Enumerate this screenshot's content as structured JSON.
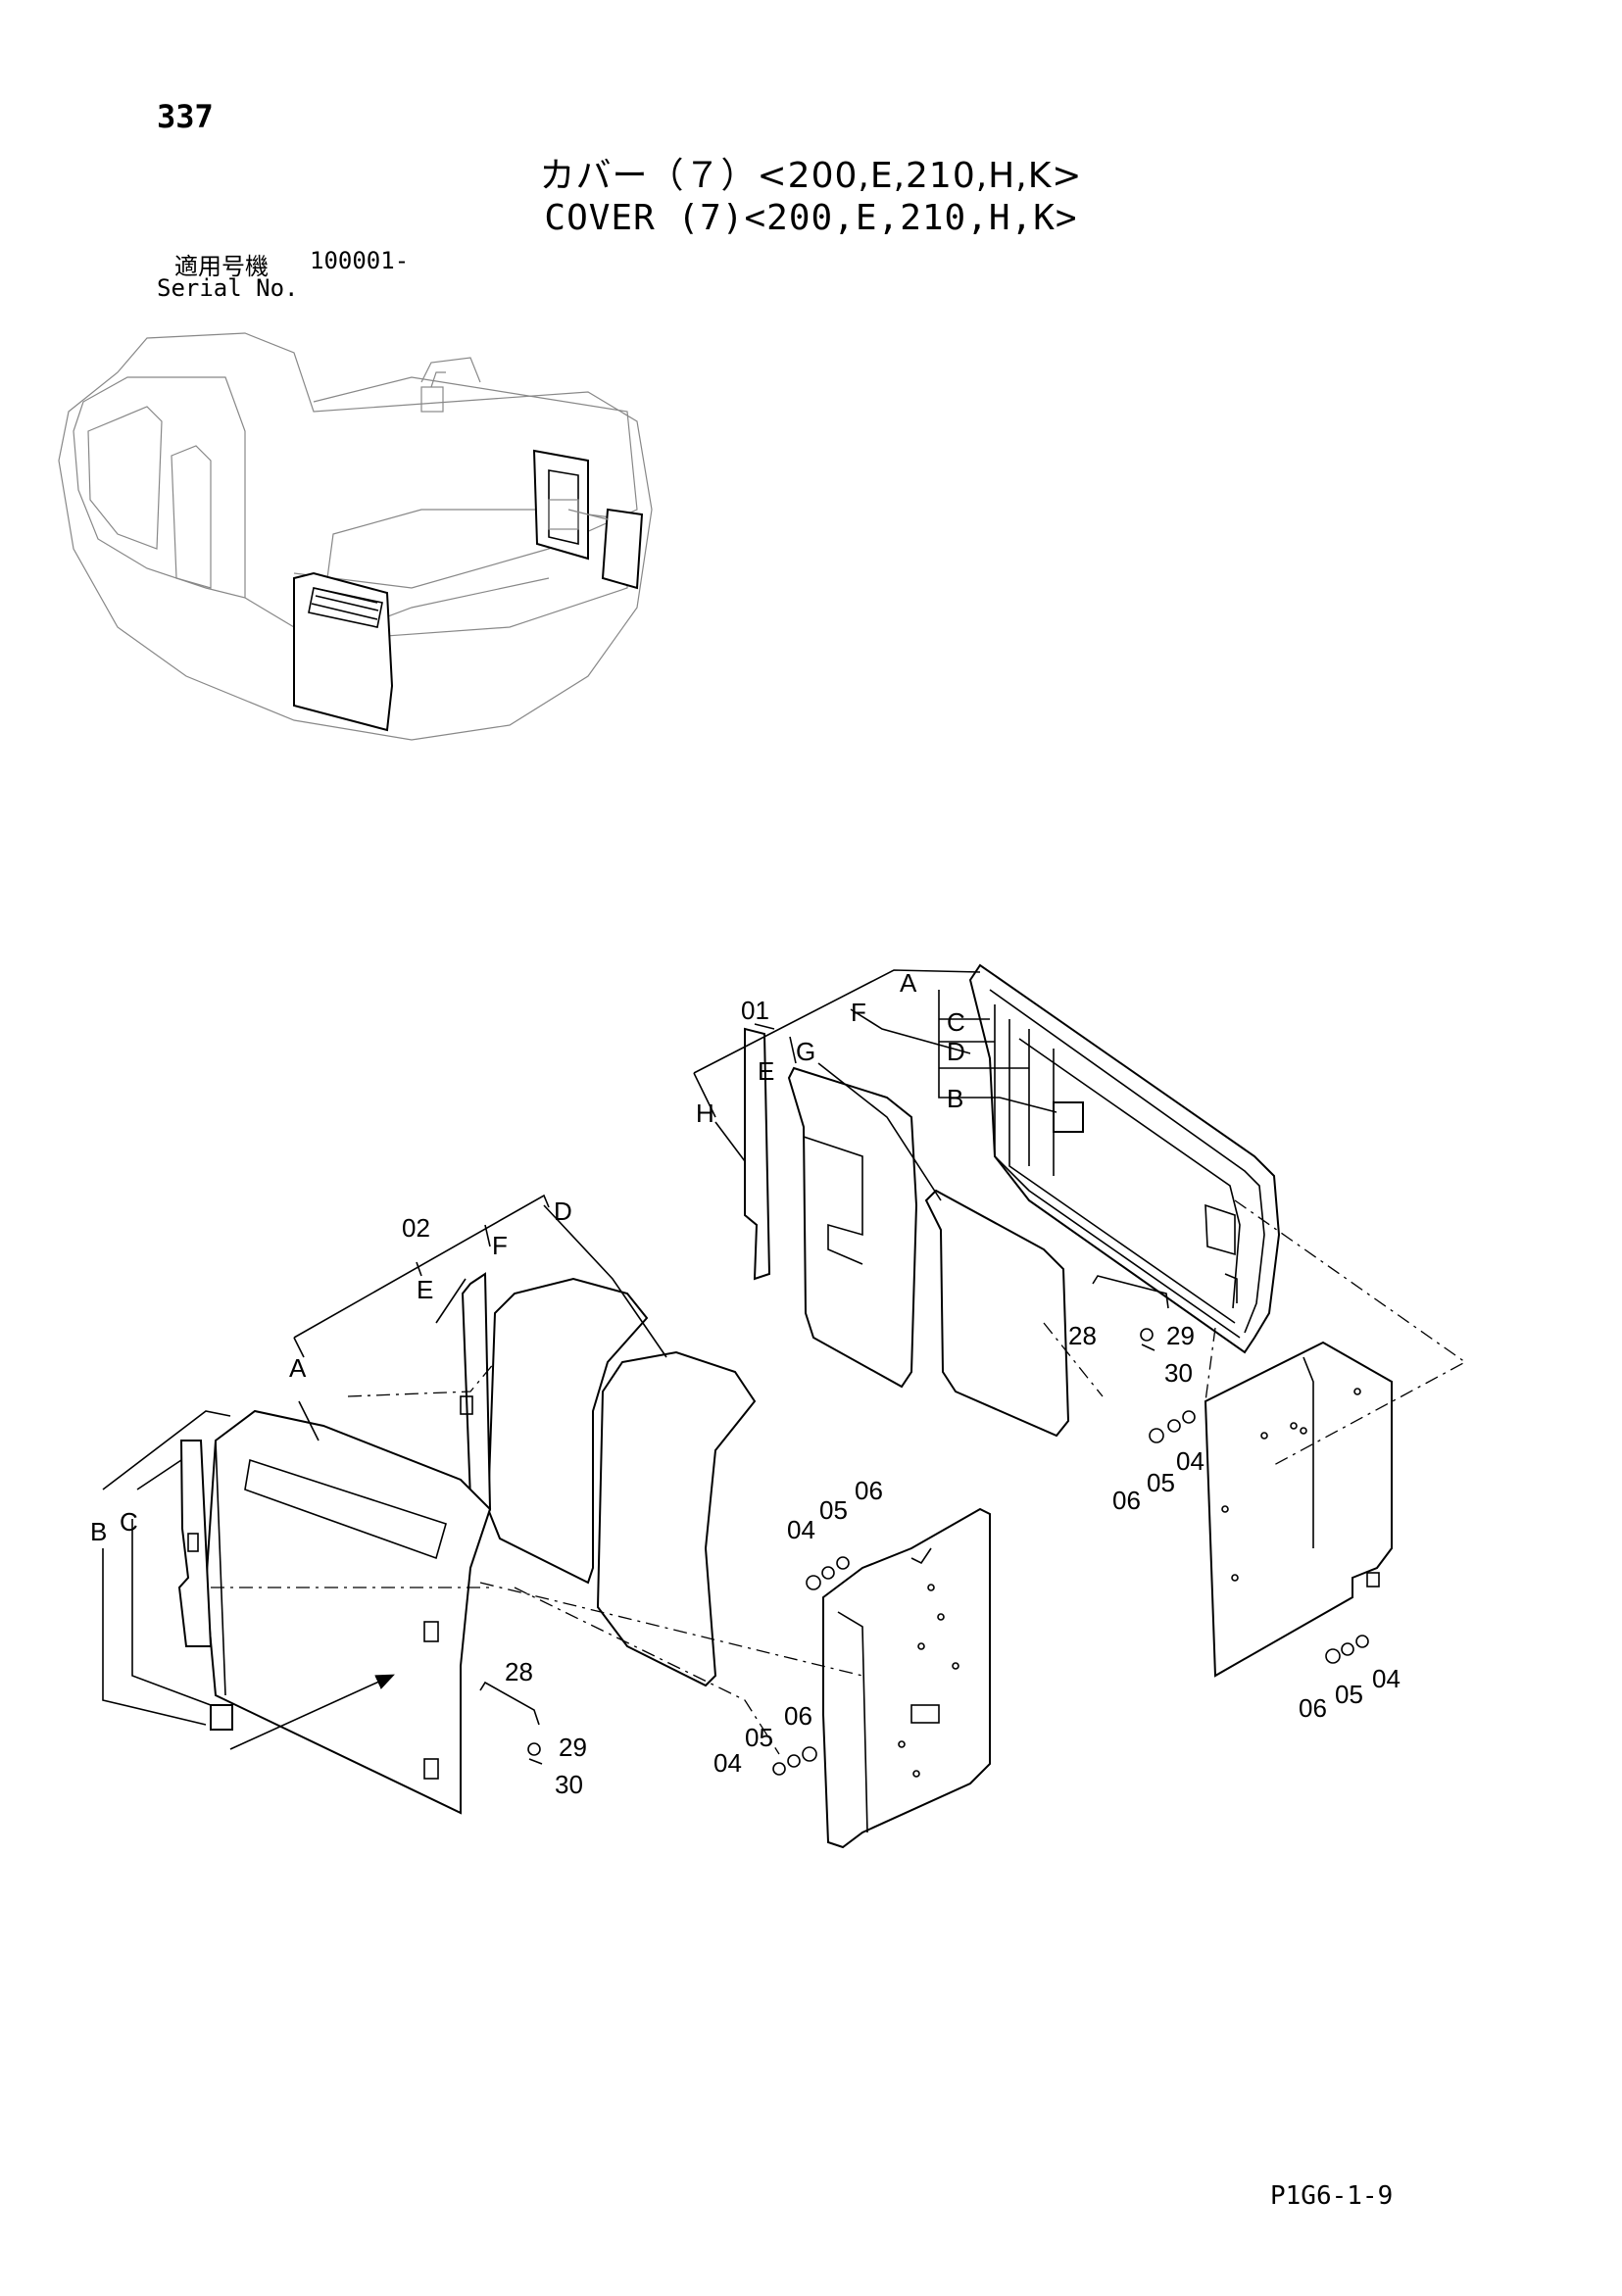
{
  "header": {
    "page_number": "337",
    "title_jp": "カバー（７）<200,E,210,H,K>",
    "title_en": "COVER (7)<200,E,210,H,K>",
    "serial_label_jp": "適用号機",
    "serial_value": "100001-",
    "serial_label_en": "Serial No."
  },
  "footer": {
    "code": "P1G6-1-9"
  },
  "callouts": {
    "r_01": "01",
    "r_A": "A",
    "r_F": "F",
    "r_C": "C",
    "r_D": "D",
    "r_B": "B",
    "r_E": "E",
    "r_G": "G",
    "r_H": "H",
    "r_28": "28",
    "r_29": "29",
    "r_30": "30",
    "r_06": "06",
    "r_05": "05",
    "r_04": "04",
    "r2_06": "06",
    "r2_05": "05",
    "r2_04": "04",
    "l_02": "02",
    "l_F": "F",
    "l_D": "D",
    "l_E": "E",
    "l_A": "A",
    "l_B": "B",
    "l_C": "C",
    "l_28": "28",
    "l_29": "29",
    "l_30": "30",
    "m_04": "04",
    "m_05": "05",
    "m_06": "06",
    "m2_05": "05",
    "m2_06": "06",
    "m2_04": "04"
  }
}
